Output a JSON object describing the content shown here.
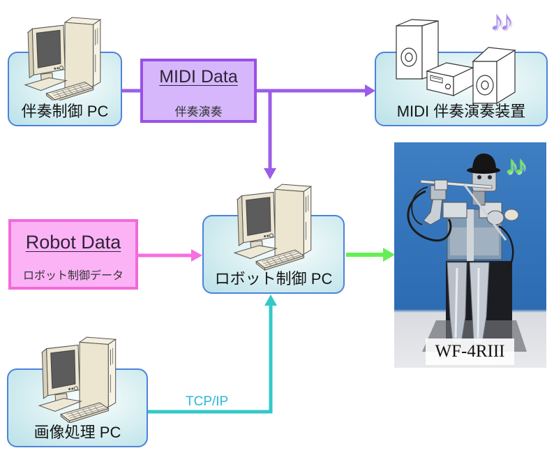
{
  "diagram": {
    "nodes": {
      "accompaniment_pc": {
        "label": "伴奏制御 PC",
        "icon": "desktop-computer-icon"
      },
      "midi_data": {
        "title": "MIDI Data",
        "subtitle": "伴奏演奏"
      },
      "midi_device": {
        "label": "MIDI 伴奏演奏装置",
        "icon": "speaker-system-icon"
      },
      "robot_data": {
        "title": "Robot Data",
        "subtitle": "ロボット制御データ"
      },
      "robot_pc": {
        "label": "ロボット制御 PC",
        "icon": "desktop-computer-icon"
      },
      "image_pc": {
        "label": "画像処理 PC",
        "icon": "desktop-computer-icon"
      },
      "robot_photo": {
        "caption": "WF-4RIII"
      }
    },
    "edges": [
      {
        "from": "accompaniment_pc",
        "to": "midi_data",
        "color": "#9b5de8"
      },
      {
        "from": "midi_data",
        "to": "midi_device",
        "color": "#9b5de8"
      },
      {
        "from": "midi_data",
        "to": "robot_pc",
        "color": "#9b5de8"
      },
      {
        "from": "robot_data",
        "to": "robot_pc",
        "color": "#f570e0"
      },
      {
        "from": "robot_pc",
        "to": "robot_photo",
        "color": "#66ee55"
      },
      {
        "from": "image_pc",
        "to": "robot_pc",
        "color": "#33c8c8",
        "label": "TCP/IP"
      }
    ],
    "edge_labels": {
      "tcp_ip": "TCP/IP"
    },
    "decorations": {
      "music_notes_purple": "♪♪",
      "music_notes_green": "♪♪"
    }
  },
  "colors": {
    "pc_box_border": "#4d82dc",
    "midi_purple": "#9b5de8",
    "robot_pink": "#f570e0",
    "output_green": "#66ee55",
    "network_cyan": "#33c8c8"
  }
}
